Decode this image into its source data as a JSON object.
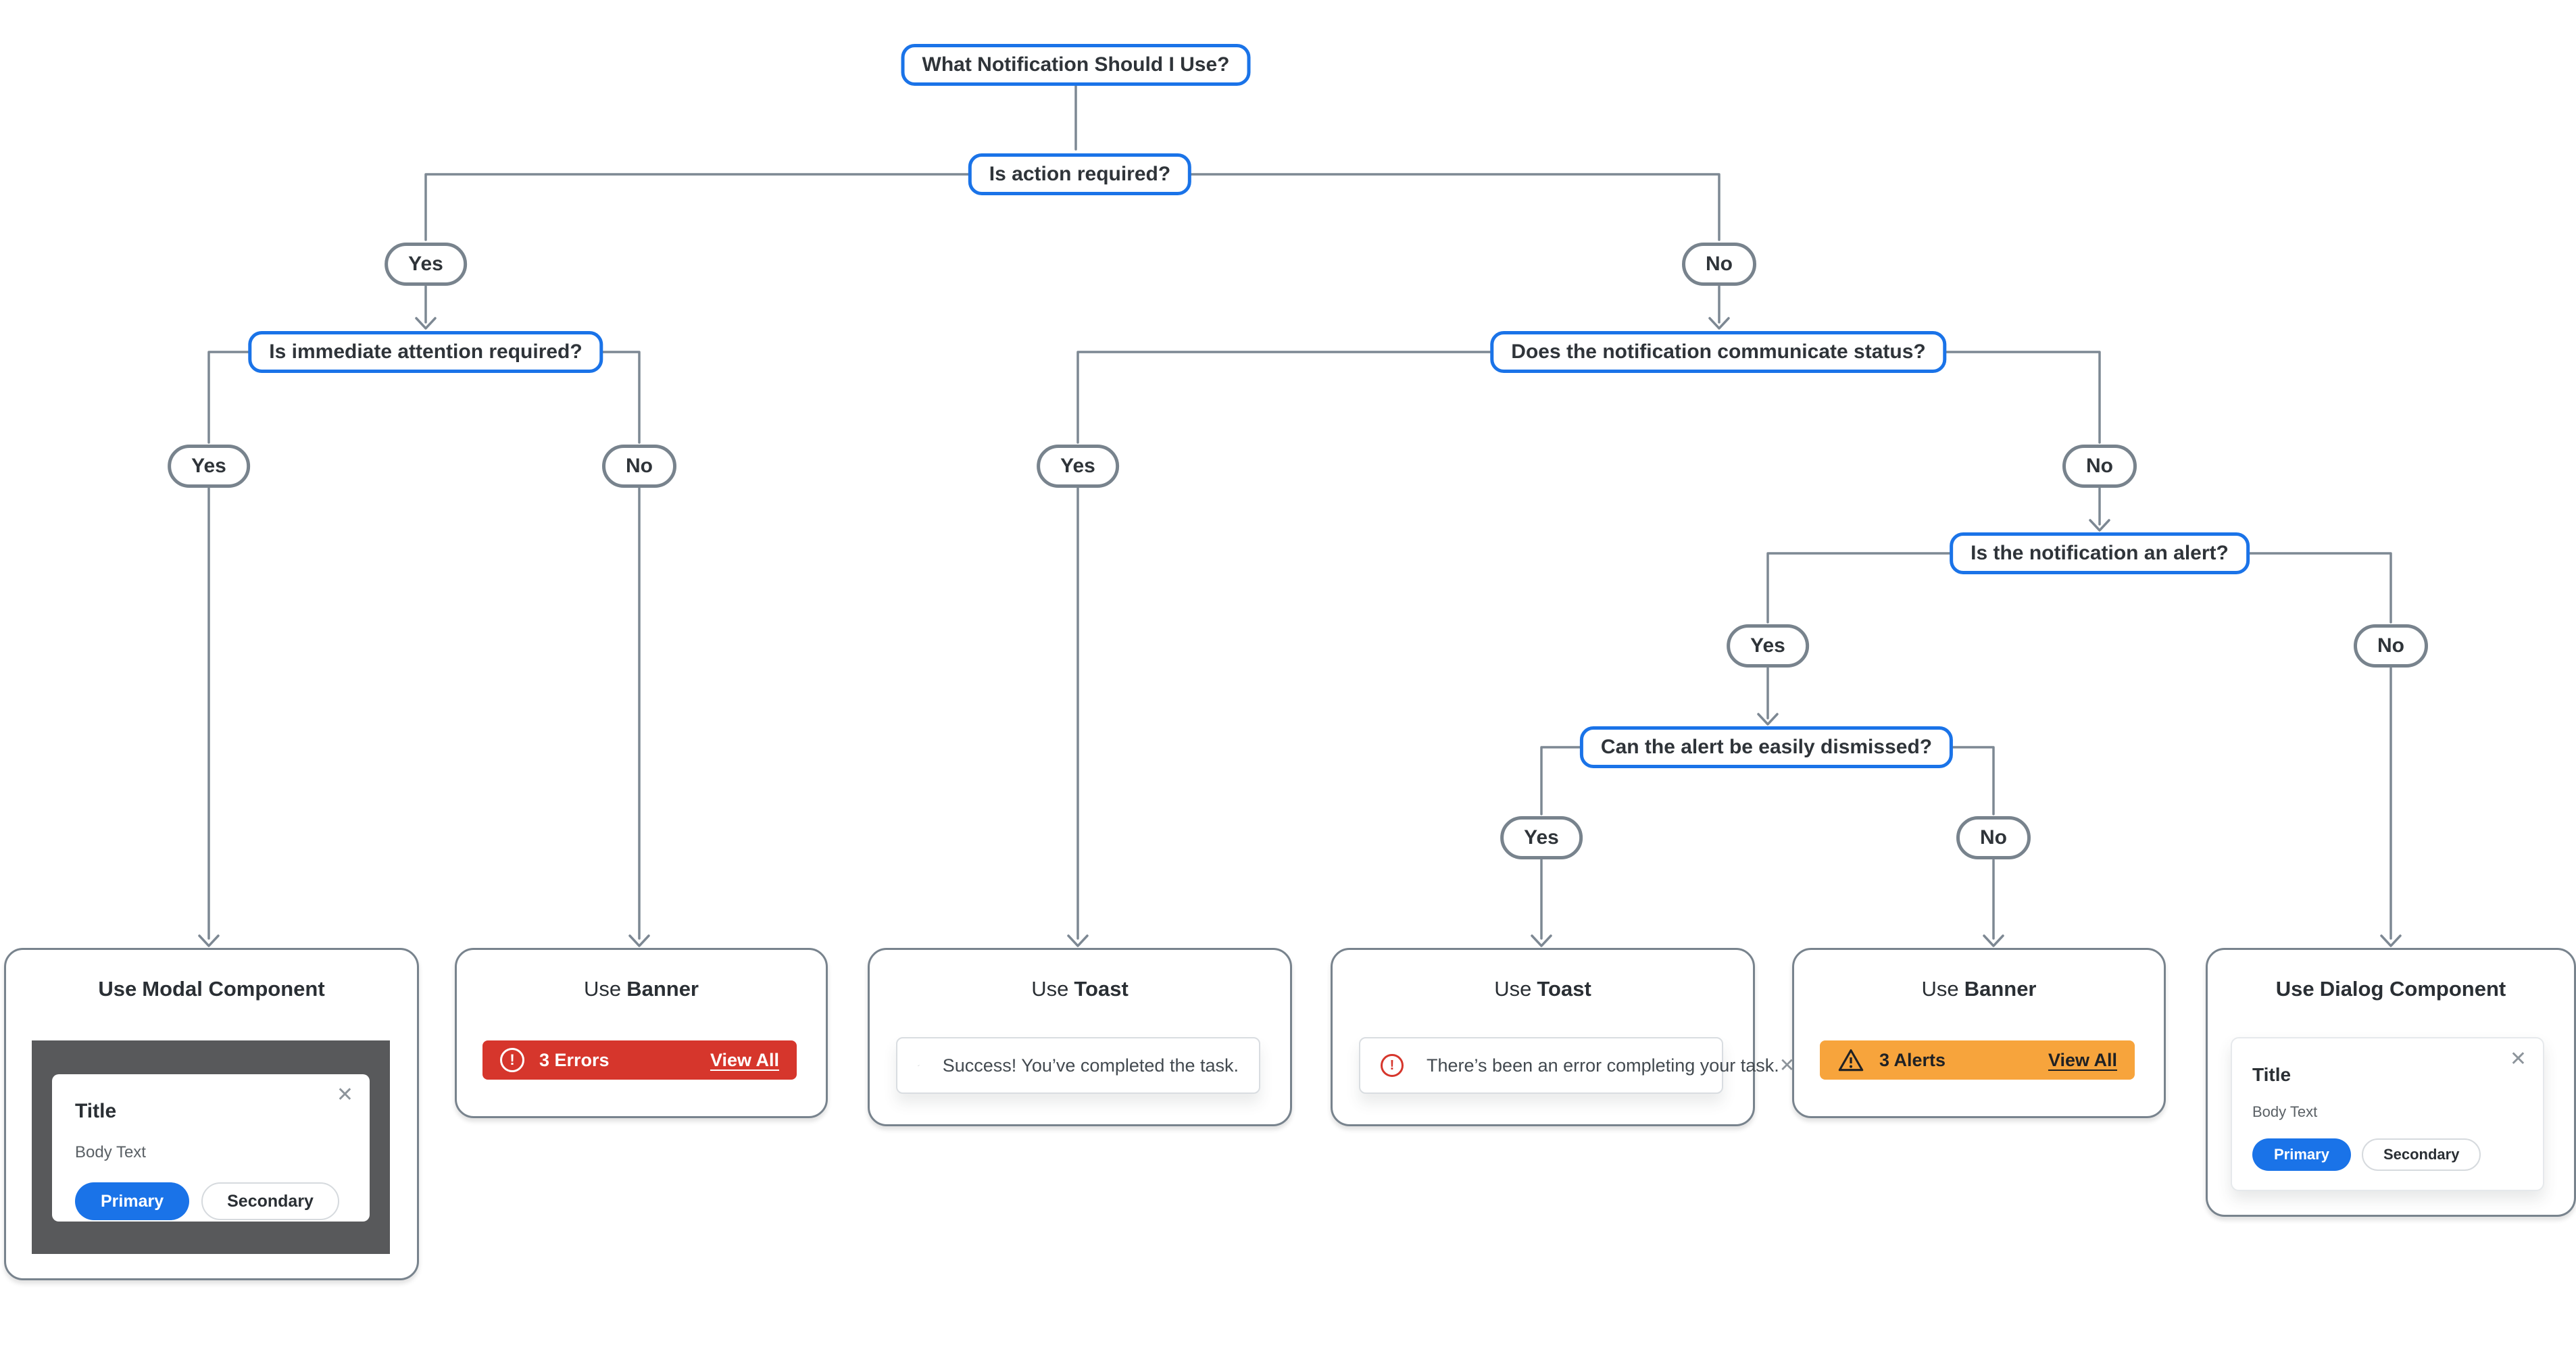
{
  "diagram": {
    "root_label": "What Notification Should I Use?",
    "questions": {
      "action_required": "Is action required?",
      "immediate_attention": "Is immediate attention required?",
      "communicates_status": "Does the notification communicate status?",
      "is_alert": "Is the notification an alert?",
      "easily_dismissed": "Can the alert be easily dismissed?"
    },
    "branch_labels": {
      "yes": "Yes",
      "no": "No"
    }
  },
  "cards": {
    "modal": {
      "title_prefix": "Use",
      "title_name": "Modal Component",
      "example": {
        "title": "Title",
        "body": "Body Text",
        "primary_label": "Primary",
        "secondary_label": "Secondary",
        "close_glyph": "✕"
      }
    },
    "banner_error": {
      "title_prefix": "Use",
      "title_name": "Banner",
      "banner": {
        "label": "3 Errors",
        "action": "View All",
        "icon": "error-exclamation-circle",
        "color": "#d6362c"
      }
    },
    "toast_success": {
      "title_prefix": "Use",
      "title_name": "Toast",
      "toast": {
        "message": "Success! You’ve completed the task.",
        "icon": "check"
      }
    },
    "toast_error": {
      "title_prefix": "Use",
      "title_name": "Toast",
      "toast": {
        "message": "There’s been an error completing your task.",
        "icon": "error-exclamation-circle",
        "close_glyph": "✕"
      }
    },
    "banner_alert": {
      "title_prefix": "Use",
      "title_name": "Banner",
      "banner": {
        "label": "3 Alerts",
        "action": "View All",
        "icon": "warning-triangle",
        "color": "#f7a43c"
      }
    },
    "dialog": {
      "title_prefix": "Use",
      "title_name": "Dialog Component",
      "example": {
        "title": "Title",
        "body": "Body Text",
        "primary_label": "Primary",
        "secondary_label": "Secondary",
        "close_glyph": "✕"
      }
    }
  },
  "glyphs": {
    "exclamation": "!"
  },
  "colors": {
    "accent_blue": "#1a73e8",
    "connector_gray": "#7d8893",
    "error_red": "#d6362c",
    "alert_orange": "#f7a43c",
    "overlay_gray": "#58595b"
  }
}
